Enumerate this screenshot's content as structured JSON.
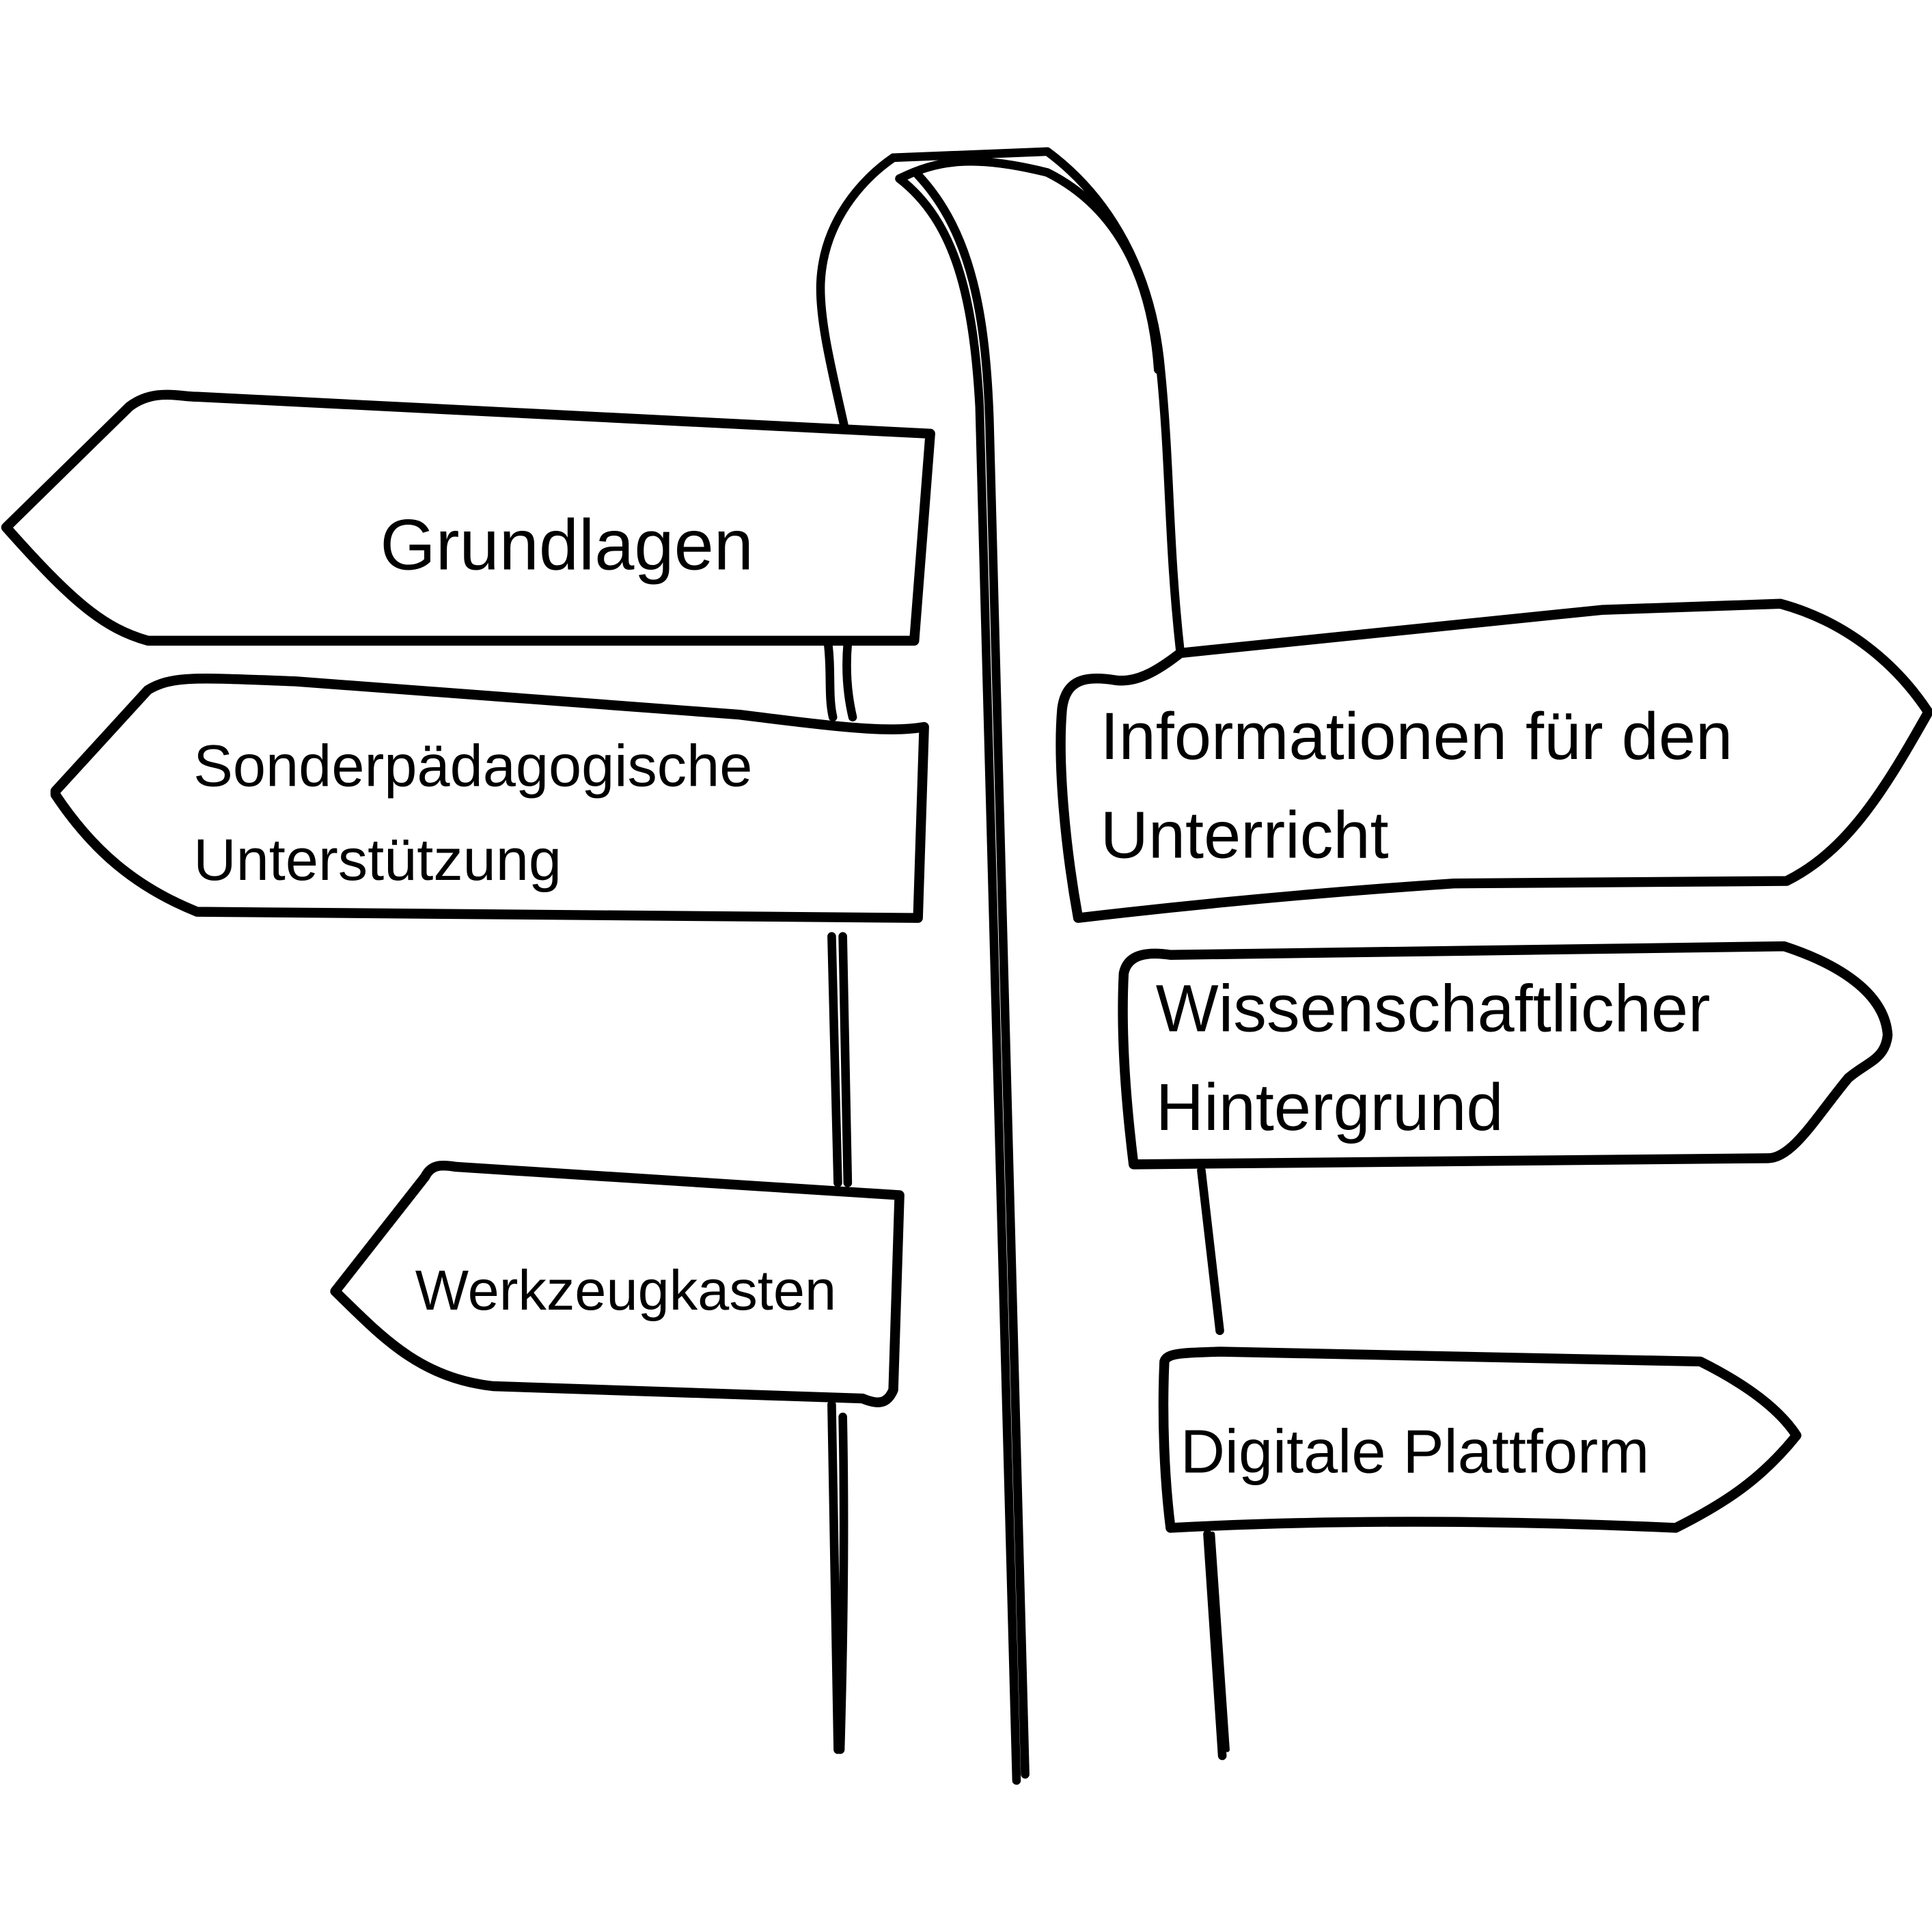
{
  "signpost": {
    "left_signs": [
      {
        "lines": [
          "Grundlagen"
        ]
      },
      {
        "lines": [
          "Sonderpädagogische",
          "Unterstützung"
        ]
      },
      {
        "lines": [
          "Werkzeugkasten"
        ]
      }
    ],
    "right_signs": [
      {
        "lines": [
          "Informationen für den",
          "Unterricht"
        ]
      },
      {
        "lines": [
          "Wissenschaftlicher",
          "Hintergrund"
        ]
      },
      {
        "lines": [
          "Digitale Plattform"
        ]
      }
    ]
  }
}
